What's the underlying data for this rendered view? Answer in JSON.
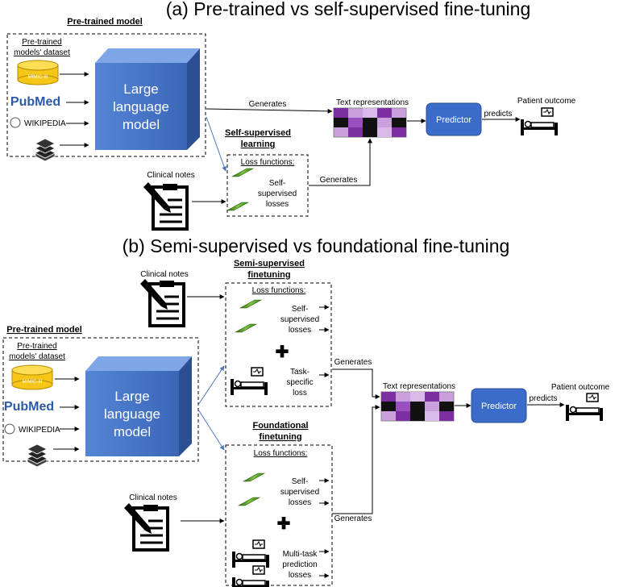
{
  "top": {
    "title": "(a) Pre-trained vs self-supervised fine-tuning",
    "pretrained_header": "Pre-trained model",
    "dataset_label_1": "Pre-trained",
    "dataset_label_2": "models' dataset",
    "llm_line1": "Large",
    "llm_line2": "language",
    "llm_line3": "model",
    "ssl_header_1": "Self-supervised",
    "ssl_header_2": "learning",
    "loss_functions": "Loss functions:",
    "ssl_loss_1": "Self-",
    "ssl_loss_2": "supervised",
    "ssl_loss_3": "losses",
    "clinical_notes": "Clinical notes",
    "generates_1": "Generates",
    "generates_2": "Generates",
    "text_repr": "Text representations",
    "predictor": "Predictor",
    "predicts": "predicts",
    "outcome": "Patient outcome"
  },
  "bottom": {
    "title": "(b) Semi-supervised vs foundational fine-tuning",
    "clinical_notes_1": "Clinical notes",
    "semi_header_1": "Semi-supervised",
    "semi_header_2": "finetuning",
    "semi_loss_functions": "Loss functions:",
    "semi_ssl_1": "Self-",
    "semi_ssl_2": "supervised",
    "semi_ssl_3": "losses",
    "task_1": "Task-",
    "task_2": "specific",
    "task_3": "loss",
    "pretrained_header": "Pre-trained model",
    "dataset_label_1": "Pre-trained",
    "dataset_label_2": "models' dataset",
    "llm_line1": "Large",
    "llm_line2": "language",
    "llm_line3": "model",
    "generates_1": "Generates",
    "generates_2": "Generates",
    "text_repr": "Text representations",
    "predictor": "Predictor",
    "predicts": "predicts",
    "outcome": "Patient outcome",
    "found_header_1": "Foundational",
    "found_header_2": "finetuning",
    "found_loss_functions": "Loss functions:",
    "found_ssl_1": "Self-",
    "found_ssl_2": "supervised",
    "found_ssl_3": "losses",
    "multi_1": "Multi-task",
    "multi_2": "prediction",
    "multi_3": "losses",
    "clinical_notes_2": "Clinical notes"
  },
  "logos": {
    "mimic": "MIMIC-III",
    "pubmed": "PubMed",
    "wikipedia": "WIKIPEDIA"
  },
  "colors": {
    "llm_blue": "#4472c4",
    "predictor_blue": "#3b6cc9",
    "db_yellow": "#f5c518",
    "green_bar": "#5aa02c",
    "matrix_purple": "#7b2fa0",
    "matrix_light": "#c9a0dc",
    "arrow_blue": "#4a78c0"
  }
}
